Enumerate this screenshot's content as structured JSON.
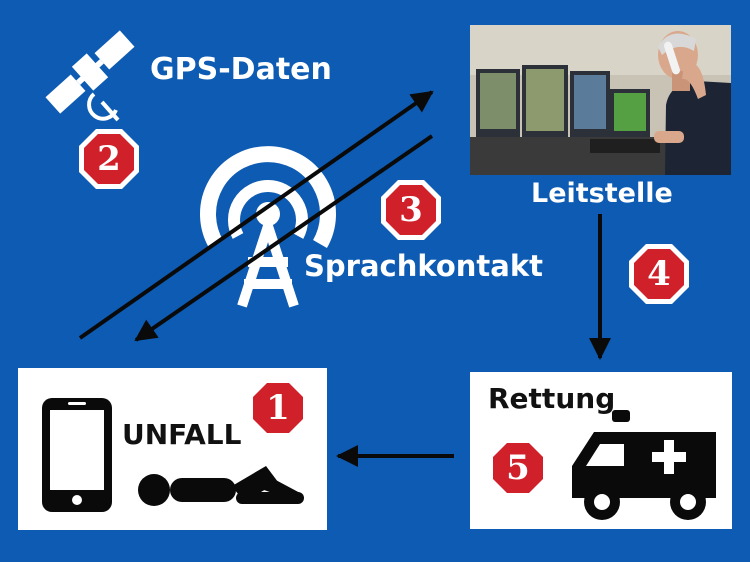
{
  "labels": {
    "gps": "GPS-Daten",
    "voice": "Sprachkontakt",
    "dispatch": "Leitstelle",
    "accident": "UNFALL",
    "rescue": "Rettung"
  },
  "steps": {
    "s1": "1",
    "s2": "2",
    "s3": "3",
    "s4": "4",
    "s5": "5"
  },
  "colors": {
    "background": "#0d5bb2",
    "badge_fill": "#d0202a",
    "badge_border": "#ffffff",
    "box": "#ffffff",
    "ink": "#111111"
  },
  "icons": {
    "satellite": "satellite-icon",
    "radio_tower": "radio-tower-icon",
    "smartphone": "smartphone-icon",
    "injured_person": "lying-person-icon",
    "ambulance": "ambulance-icon"
  }
}
